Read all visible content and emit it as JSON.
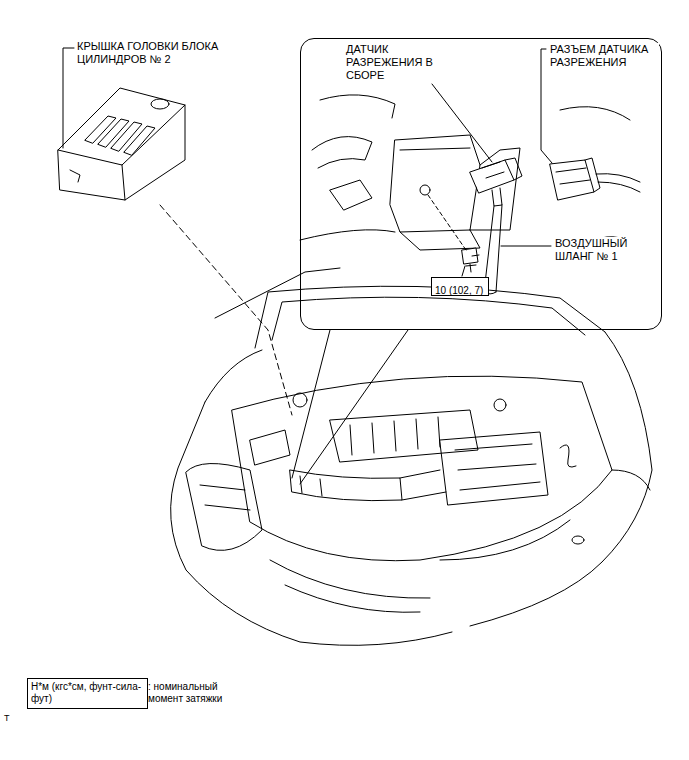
{
  "diagram": {
    "nodes": [
      {
        "text": [
          "ДАТЧИК РАЗРЕЖЕНИЯ В СБОРЕ",
          "РАЗЪЕМ ДАТЧИКА РАЗРЕЖЕНИЯ",
          "ВОЗДУШНЫЙ ШЛАНГ № 1"
        ]
      },
      {
        "text": [
          "10 (102, 7)"
        ],
        "in": 0
      },
      {
        "text": [
          "Н*м (кгс*см, фунт-сила-фут)"
        ]
      }
    ],
    "labels": [
      "КРЫШКА ГОЛОВКИ БЛОКА ЦИЛИНДРОВ № 2",
      ": номинальный момент затяжки",
      "T"
    ]
  }
}
